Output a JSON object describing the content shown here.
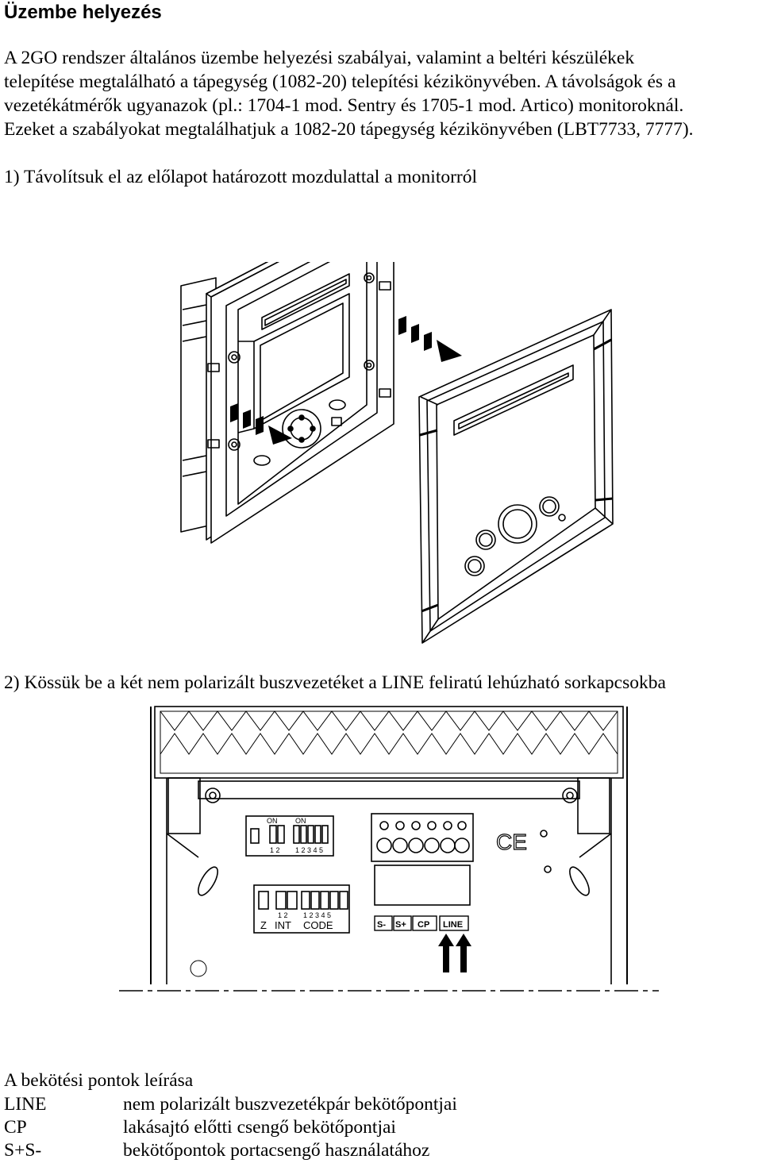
{
  "document": {
    "heading": "Üzembe helyezés",
    "paragraph_lines": [
      "A 2GO rendszer általános üzembe helyezési szabályai, valamint a beltéri készülékek",
      "telepítése megtalálható a tápegység (1082-20) telepítési kézikönyvében. A távolságok és a",
      "vezetékátmérők ugyanazok (pl.: 1704-1 mod. Sentry és 1705-1 mod. Artico) monitoroknál.",
      "Ezeket a szabályokat megtalálhatjuk a 1082-20 tápegység kézikönyvében (LBT7733, 7777)."
    ],
    "step1": "1) Távolítsuk el az előlapot határozott mozdulattal a monitorról",
    "step2": "2) Kössük be a két nem polarizált buszvezetéket a LINE feliratú lehúzható sorkapcsokba",
    "legend_title": "A bekötési pontok leírása",
    "legend": [
      {
        "term": "LINE",
        "desc": "nem polarizált buszvezetékpár bekötőpontjai"
      },
      {
        "term": "CP",
        "desc": "lakásajtó előtti csengő bekötőpontjai"
      },
      {
        "term": "S+S-",
        "desc": "bekötőpontok portacsengő használatához"
      }
    ]
  },
  "diagram2": {
    "switch_on_1": "ON",
    "switch_on_2": "ON",
    "switch_nums_small": "1 2",
    "switch_nums_large": "1 2 3 4 5",
    "dip_z": "Z",
    "dip_int_nums": "1 2",
    "dip_int": "INT",
    "dip_code_nums": "1 2 3 4 5",
    "dip_code": "CODE",
    "terminal_labels": [
      "S-",
      "S+",
      "CP",
      "LINE"
    ]
  }
}
